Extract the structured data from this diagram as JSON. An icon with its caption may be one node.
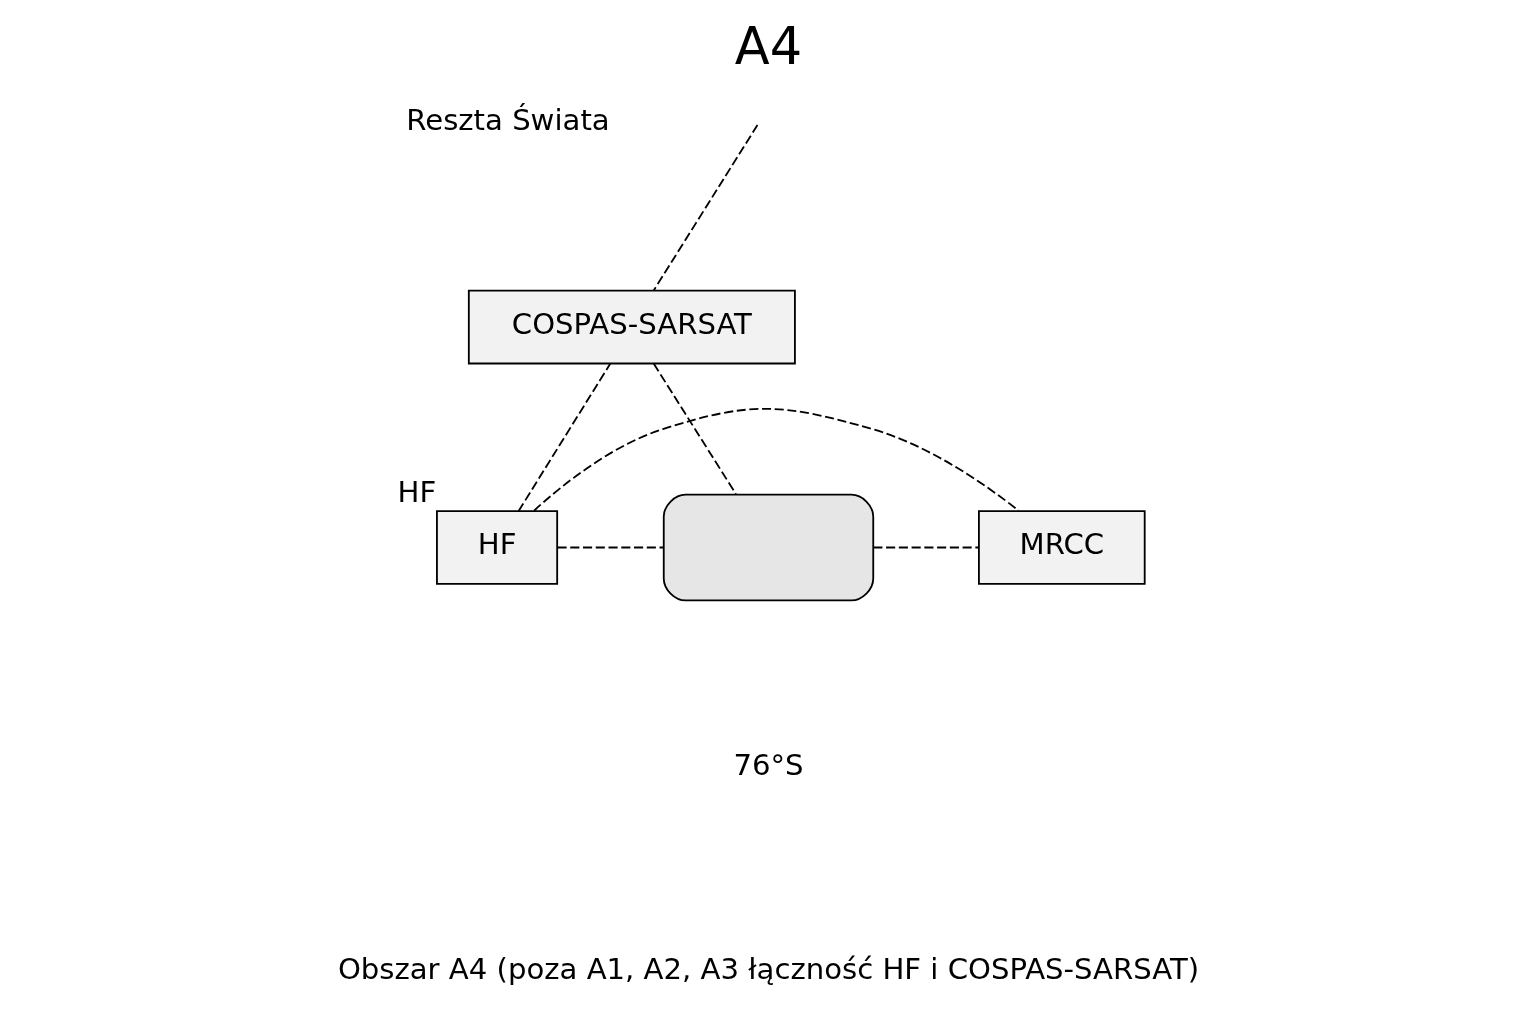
{
  "diagram": {
    "title": "A4",
    "nodes": [
      {
        "text": [
          "HF"
        ],
        "beside": [
          "HF"
        ]
      },
      {
        "text": [
          "COSPAS-SARSAT"
        ]
      },
      {
        "text": [],
        "shape": "box"
      },
      {
        "text": [
          "MRCC"
        ]
      }
    ],
    "edges": [
      {
        "from": null,
        "to": 1,
        "arrow": "none",
        "style": "dashed"
      },
      {
        "from": 0,
        "to": 3,
        "arrow": "none",
        "style": "dashed"
      },
      {
        "from": 0,
        "to": 1,
        "arrow": "none",
        "style": "dashed"
      },
      {
        "from": 1,
        "to": 2,
        "arrow": "none",
        "style": "dashed"
      },
      {
        "from": 0,
        "to": 2,
        "arrow": "none",
        "style": "dashed"
      },
      {
        "from": 2,
        "to": 3,
        "arrow": "none",
        "style": "dashed"
      }
    ],
    "labels": [
      "Reszta Świata",
      "76°S",
      "Obszar A4 (poza A1, A2, A3 łączność HF i COSPAS-SARSAT)"
    ]
  }
}
